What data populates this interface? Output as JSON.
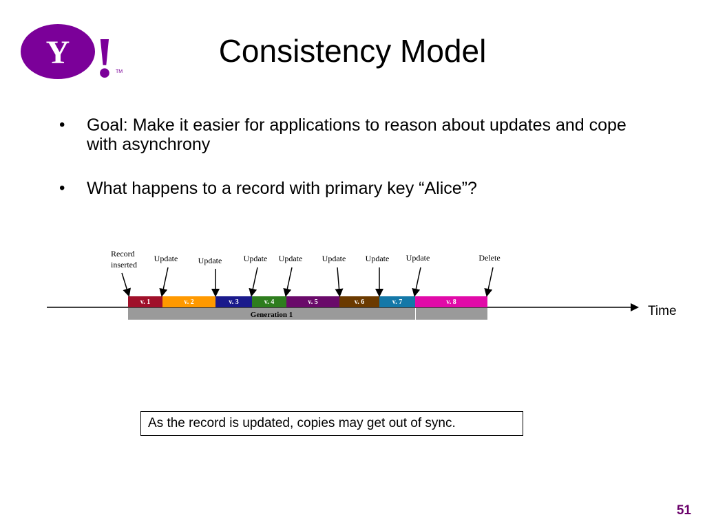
{
  "logo": {
    "name": "yahoo-logo",
    "letter": "Y",
    "bang": "!",
    "tm": "TM"
  },
  "slide": {
    "title": "Consistency Model",
    "bullets": [
      "Goal: Make it easier for applications to reason about updates and cope with asynchrony",
      "What happens to a record with primary key “Alice”?"
    ],
    "callout": "As the record is updated, copies may get out of sync.",
    "page_number": "51"
  },
  "diagram": {
    "time_label": "Time",
    "events": [
      {
        "lines": [
          "Record",
          "inserted"
        ]
      },
      {
        "lines": [
          "Update"
        ]
      },
      {
        "lines": [
          "Update"
        ]
      },
      {
        "lines": [
          "Update"
        ]
      },
      {
        "lines": [
          "Update"
        ]
      },
      {
        "lines": [
          "Update"
        ]
      },
      {
        "lines": [
          "Update"
        ]
      },
      {
        "lines": [
          "Update"
        ]
      },
      {
        "lines": [
          "Delete"
        ]
      }
    ],
    "versions": [
      {
        "label": "v. 1",
        "color": "#a0102a"
      },
      {
        "label": "v. 2",
        "color": "#ff9900"
      },
      {
        "label": "v. 3",
        "color": "#1a1a8c"
      },
      {
        "label": "v. 4",
        "color": "#2e7d1e"
      },
      {
        "label": "v. 5",
        "color": "#6a0a6a"
      },
      {
        "label": "v. 6",
        "color": "#6b3a00"
      },
      {
        "label": "v. 7",
        "color": "#1478a8"
      },
      {
        "label": "v. 8",
        "color": "#e10aa8"
      }
    ],
    "generation": {
      "label": "Generation 1",
      "color": "#9a9a9a"
    }
  },
  "colors": {
    "accent": "#6a006a",
    "logo_purple": "#7b0099"
  }
}
